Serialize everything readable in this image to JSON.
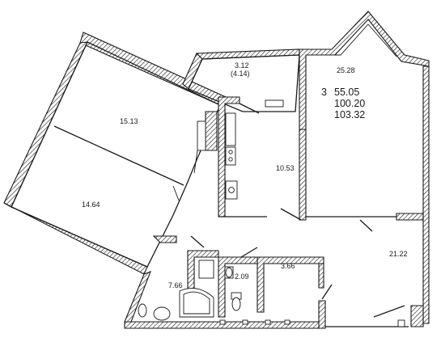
{
  "summary": {
    "rooms_count": "3",
    "living_area": "55.05",
    "total_area": "100.20",
    "total_area_with_balcony": "103.32"
  },
  "rooms": {
    "bedroom_top": "15.13",
    "bedroom_bottom": "14.64",
    "balcony": "3.12",
    "balcony_reduced": "(4.14)",
    "living_room": "25.28",
    "kitchen": "10.53",
    "hall": "21.22",
    "wardrobe": "3.66",
    "toilet": "2.09",
    "bathroom": "7.66"
  }
}
